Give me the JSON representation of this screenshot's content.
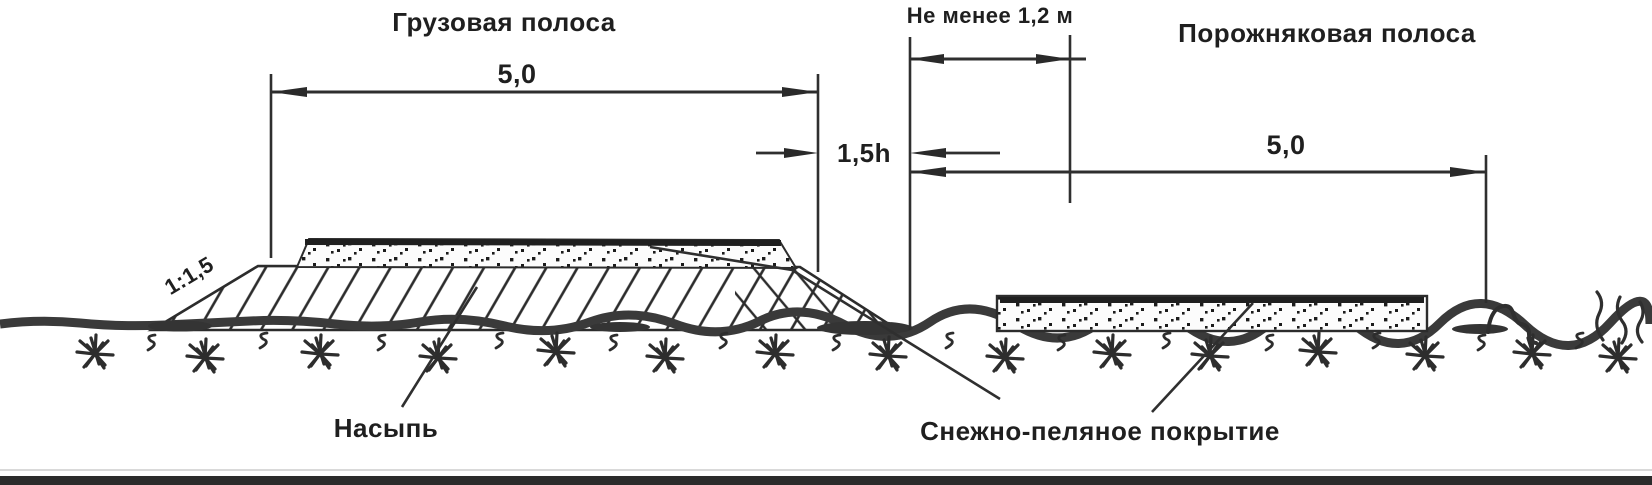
{
  "labels": {
    "cargo_lane": "Грузовая полоса",
    "empty_lane": "Порожняковая полоса",
    "min_distance": "Не менее 1,2 м",
    "cargo_width": "5,0",
    "gap": "1,5h",
    "empty_width": "5,0",
    "slope": "1:1,5",
    "embankment": "Насыпь",
    "snow_cover": "Снежно-пеляное покрытие"
  },
  "colors": {
    "ink": "#2c2c2c",
    "ground": "#3a3a3a",
    "paper": "#ffffff",
    "bottom_bar": "#2b2b2b"
  }
}
